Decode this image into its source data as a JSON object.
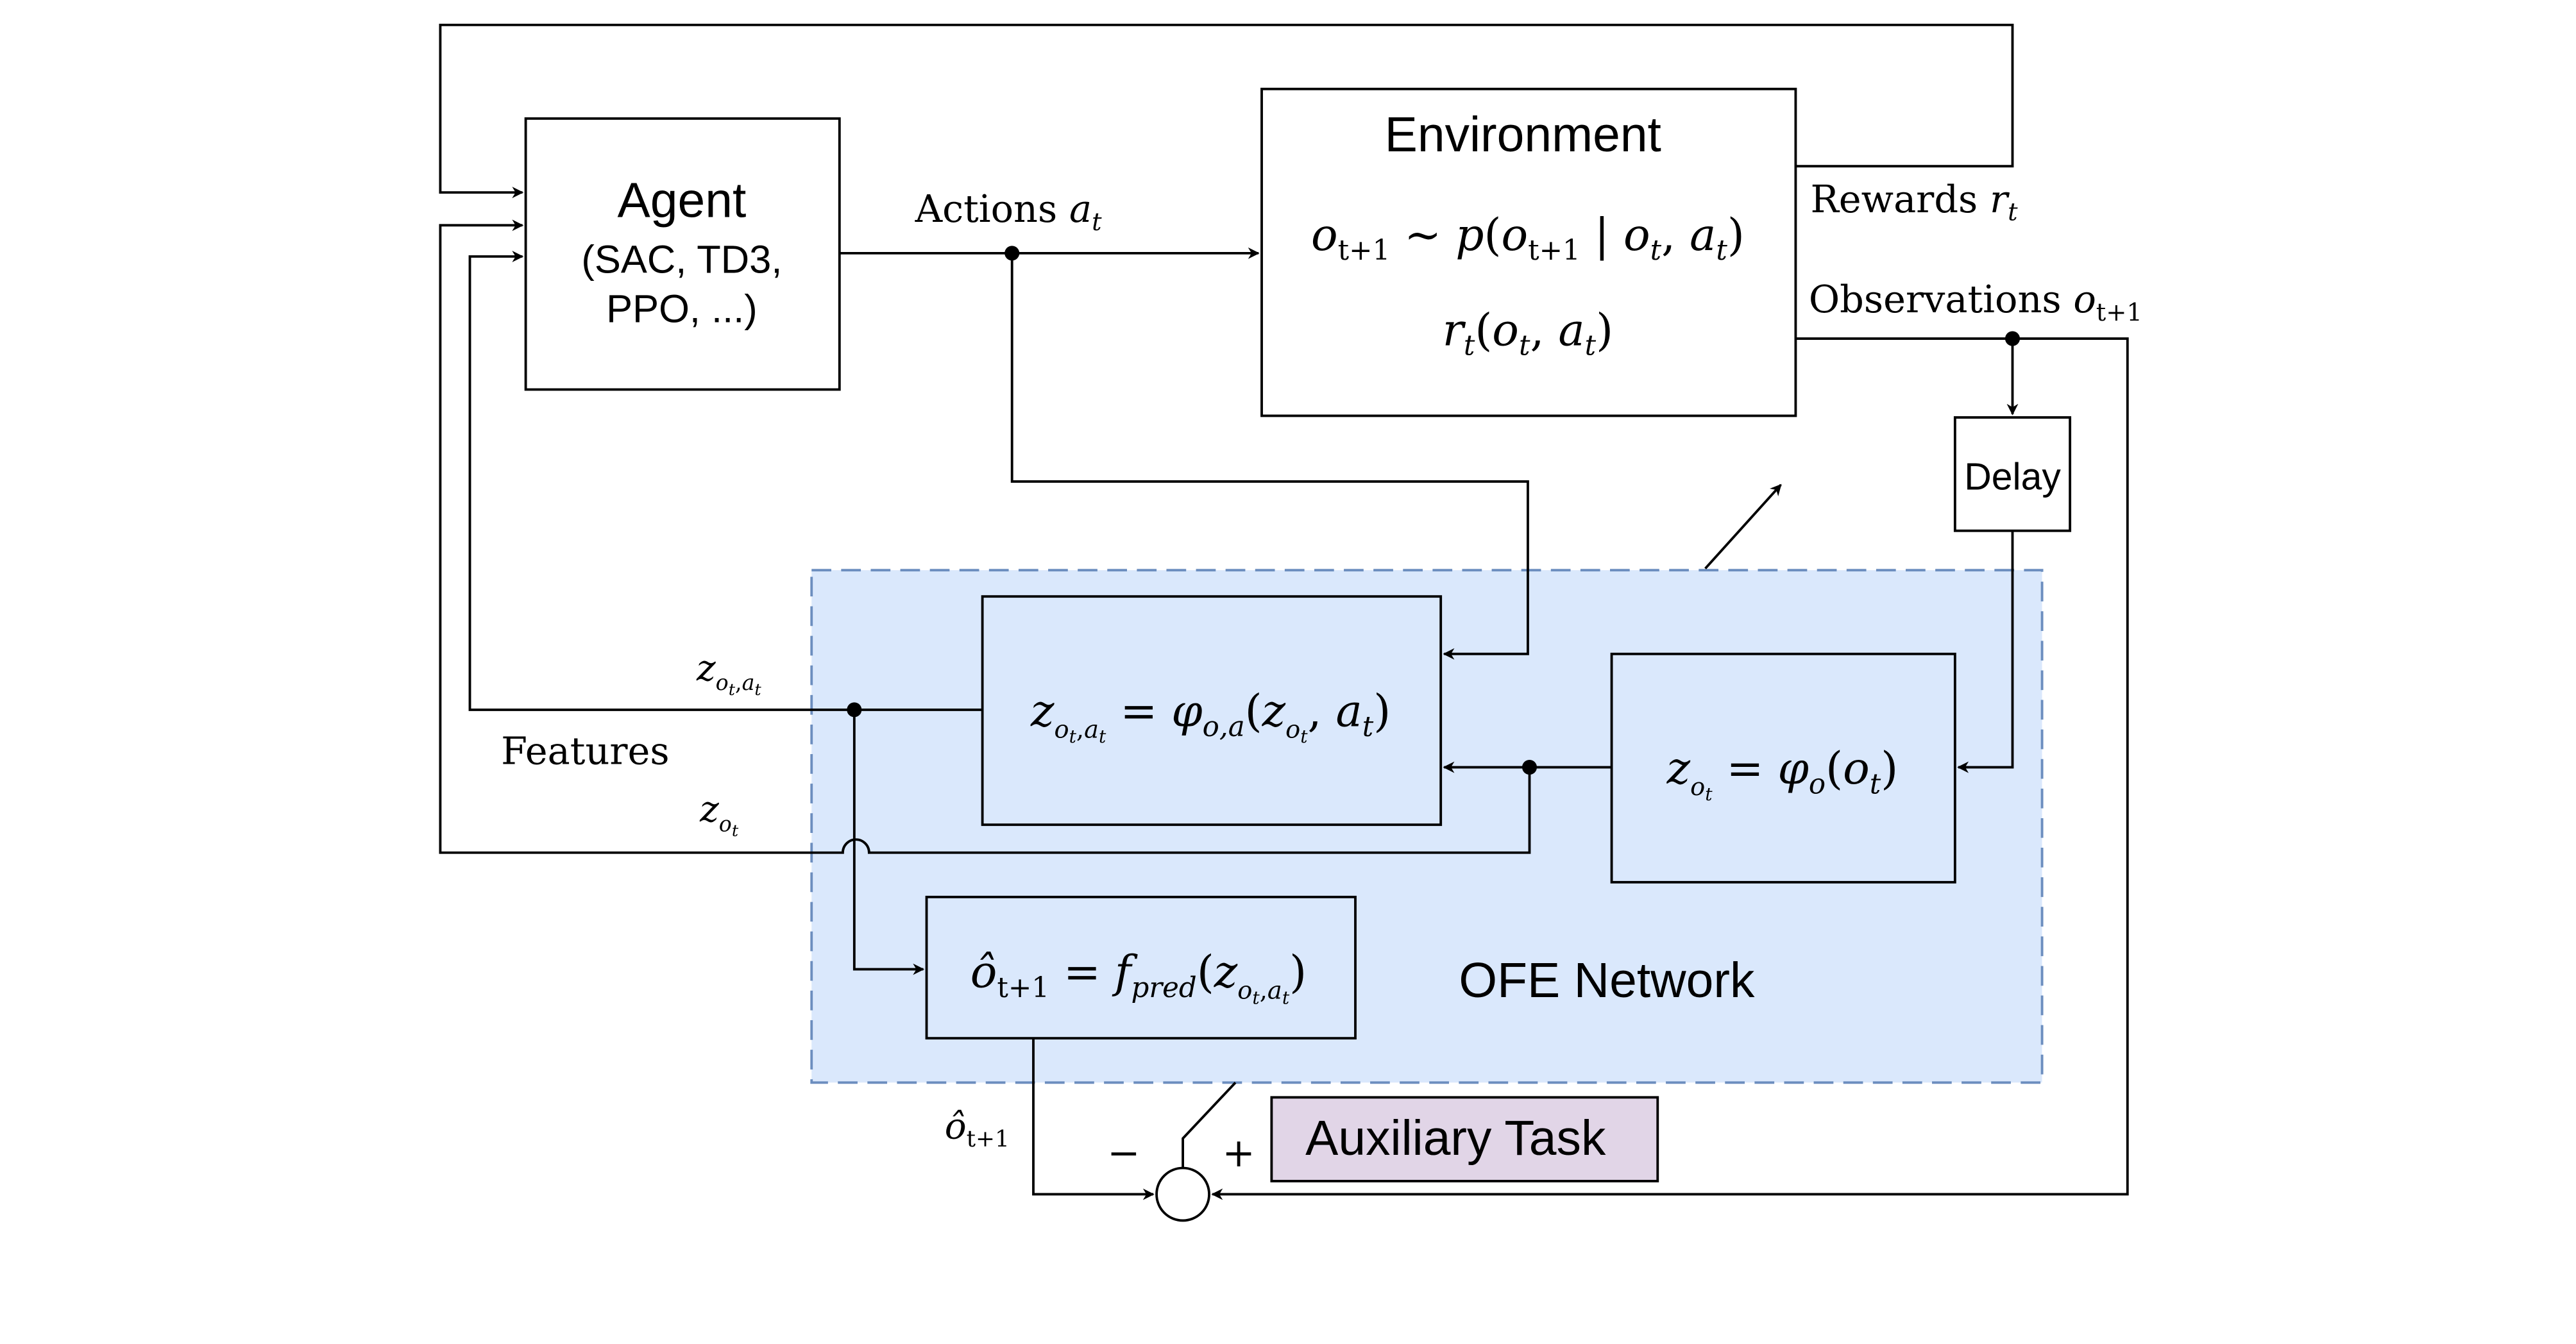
{
  "agent": {
    "title": "Agent",
    "algorithms_line1": "(SAC, TD3,",
    "algorithms_line2": "PPO, ...)"
  },
  "environment": {
    "title": "Environment"
  },
  "signals": {
    "actions": "Actions",
    "rewards": "Rewards",
    "observations": "Observations",
    "features": "Features"
  },
  "delay": {
    "label": "Delay"
  },
  "ofe_network": {
    "label": "OFE Network",
    "fill_color": "#dae8fc",
    "border_color": "#6c8ebf"
  },
  "auxiliary_task": {
    "label": "Auxiliary Task",
    "fill_color": "#e1d5e7"
  },
  "comparator": {
    "minus": "−",
    "plus": "+"
  }
}
